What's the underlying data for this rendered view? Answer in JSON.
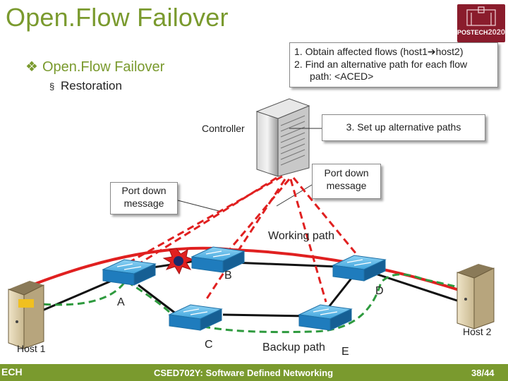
{
  "title": "Open.Flow Failover",
  "logo": {
    "text": "POSTECH",
    "year": "2020"
  },
  "bullets": {
    "level1_symbol": "❖",
    "level1": "Open.Flow Failover",
    "level2_symbol": "§",
    "level2": "Restoration"
  },
  "callouts": {
    "steps_line1": "1. Obtain  affected flows (host1",
    "steps_arrow": "➔",
    "steps_line1b": "host2)",
    "steps_line2": "2. Find an alternative path for each flow",
    "steps_line3": "path: <ACED>",
    "setup": "3. Set up alternative paths",
    "port_down_right": "Port down message",
    "port_down_left": "Port down message"
  },
  "labels": {
    "controller": "Controller",
    "working_path": "Working path",
    "backup_path": "Backup path",
    "switch_a": "A",
    "switch_b": "B",
    "switch_c": "C",
    "switch_d": "D",
    "switch_e": "E",
    "host1": "Host 1",
    "host2": "Host 2"
  },
  "footer": {
    "left": "ECH",
    "center": "CSED702Y: Software Defined Networking",
    "page": "38/44"
  },
  "colors": {
    "accent_green": "#7a9a2e",
    "working_path": "#e02020",
    "backup_path": "#2e9a3e",
    "control_message": "#e02020",
    "logo_bg": "#8a1c2c",
    "switch_blue": "#2a8ac8"
  }
}
